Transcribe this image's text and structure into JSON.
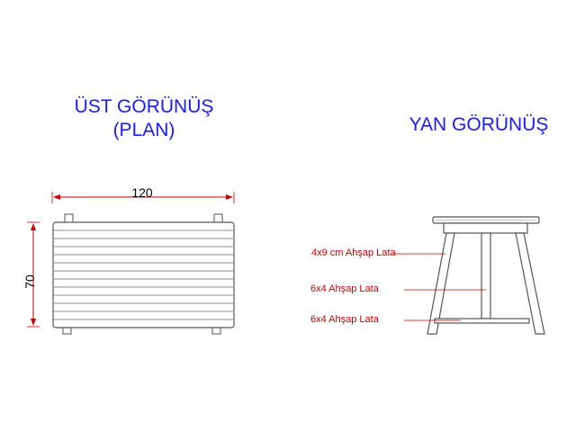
{
  "top_view": {
    "title_line1": "ÜST GÖRÜNÜŞ",
    "title_line2": "(PLAN)",
    "width_label": "120",
    "depth_label": "70"
  },
  "side_view": {
    "title": "YAN GÖRÜNÜŞ",
    "annotations": [
      "4x9 cm Ahşap Lata",
      "6x4 Ahşap Lata",
      "6x4 Ahşap Lata"
    ]
  },
  "colors": {
    "title": "#1a1aff",
    "dimension": "#cc0000",
    "annotation": "#cc0000",
    "outline": "#555555"
  }
}
